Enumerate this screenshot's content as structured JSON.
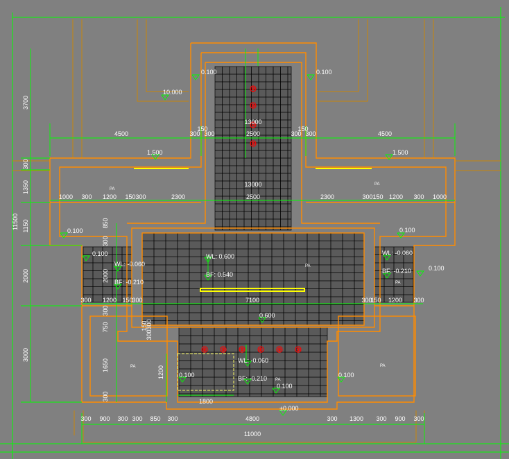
{
  "colors": {
    "background": "#808080",
    "dimension_line": "#00ff00",
    "wall_outline": "#ff8c00",
    "tile_fill": "#5a5a5a",
    "tile_line": "#000000",
    "beam": "#ffff00",
    "fixture": "#ff0000",
    "outer_line": "#c8860a",
    "text": "#ffffff"
  },
  "top_dims": {
    "d1": "4500",
    "d2": "300",
    "d3": "150",
    "d4": "300",
    "d5": "2500",
    "d6": "300",
    "d7": "150",
    "d8": "300",
    "d9": "4500",
    "total": "13000"
  },
  "mid_dims": {
    "d1": "1000",
    "d2": "300",
    "d3": "1200",
    "d4": "150",
    "d5": "300",
    "d6": "2300",
    "center": "2500",
    "center_total": "13000",
    "d7": "2300",
    "d8": "300",
    "d9": "150",
    "d10": "1200",
    "d11": "300",
    "d12": "1000"
  },
  "lower_dims": {
    "d1": "300",
    "d2": "1200",
    "d3": "150",
    "d4": "300",
    "center": "7100",
    "d5": "300",
    "d6": "150",
    "d7": "1200",
    "d8": "300"
  },
  "bottom_dims": {
    "d1": "300",
    "d2": "900",
    "d3": "300",
    "d4": "300",
    "d5": "850",
    "d6": "300",
    "center": "4800",
    "d7": "300",
    "d8": "1300",
    "d9": "300",
    "d10": "900",
    "d11": "300",
    "total": "11000"
  },
  "left_dims": {
    "d1": "3700",
    "d2": "300",
    "d3": "1350",
    "d4": "1150",
    "d5": "2000",
    "d6": "3000",
    "total": "11500"
  },
  "inner_vert_dims": {
    "a1": "850",
    "a2": "300",
    "a3": "2000",
    "a4": "300",
    "a5": "150",
    "a6": "750",
    "a7": "300",
    "a8": "1650",
    "a9": "300",
    "a10": "1200",
    "a11": "300"
  },
  "levels": {
    "top_left": "0.100",
    "top_right": "0.100",
    "ground": "10.000",
    "side_left": "1.500",
    "side_right": "1.500",
    "left_pool": "0.100",
    "right_pool": "0.100",
    "far_left": "0.100",
    "far_right": "0.100",
    "wl_left": "WL: -0.060",
    "bf_left": "BF: -0.210",
    "wl_right": "WL: -0.060",
    "bf_right": "BF: -0.210",
    "wl_center": "WL: 0.600",
    "bf_center": "BF: 0.540",
    "center_low": "0.600",
    "wl_bottom": "WL: -0.060",
    "bf_bottom": "BF: -0.210",
    "bottom_left": "0.100",
    "bottom_mid": "0.100",
    "bottom_right": "0.100",
    "zero": "±0.000"
  },
  "pool_dim": "1800",
  "room_tag": "PA"
}
